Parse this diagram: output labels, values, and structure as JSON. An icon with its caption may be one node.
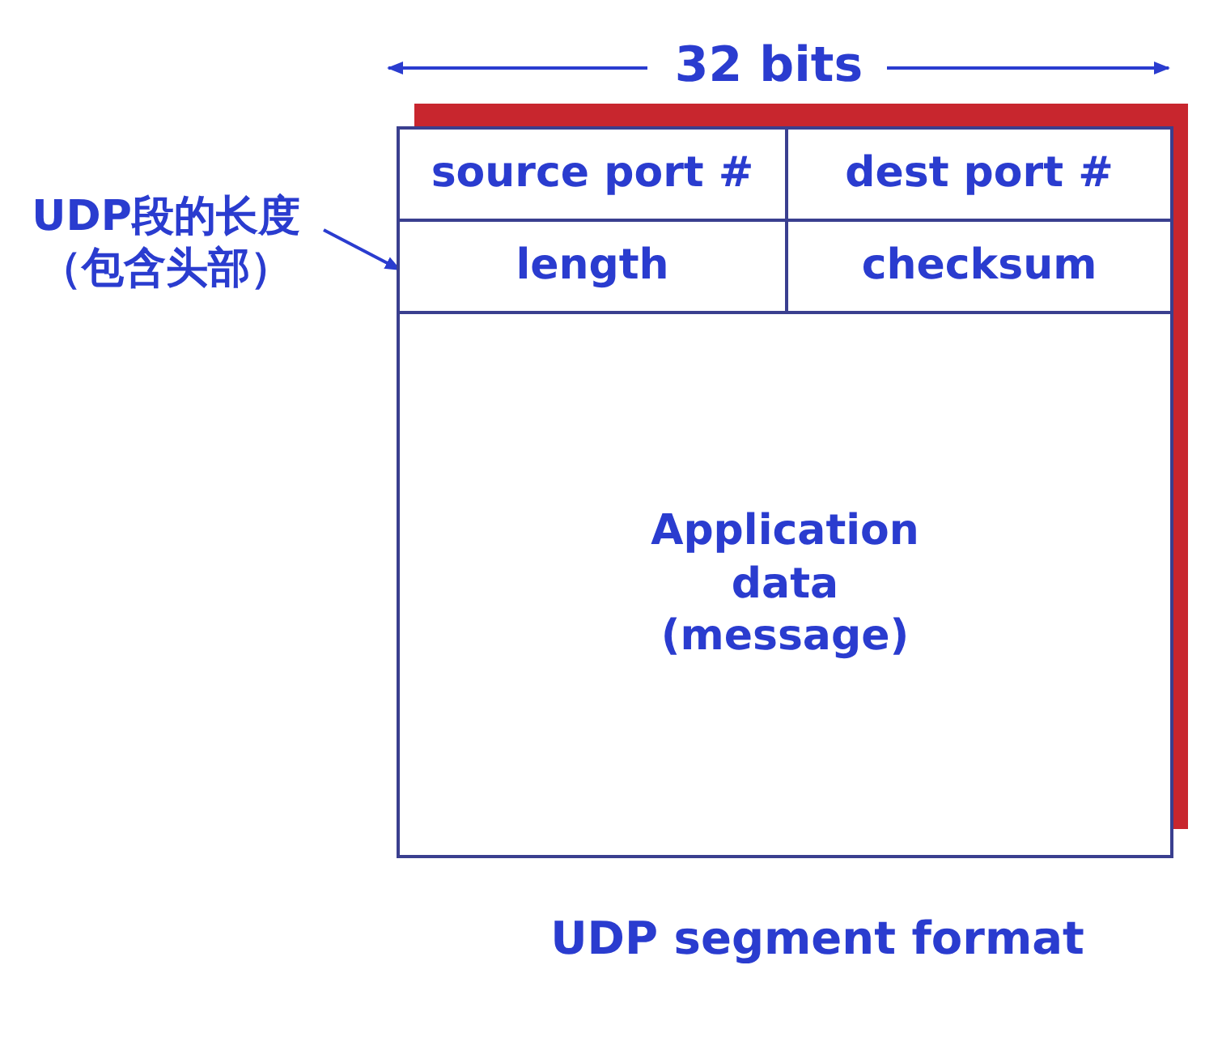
{
  "diagram": {
    "caption": "UDP segment format",
    "nodes": [
      {
        "text": [
          "source port #"
        ]
      },
      {
        "text": [
          "dest port #"
        ]
      },
      {
        "text": [
          "UDP段的长度（包含头部）"
        ]
      },
      {
        "text": [
          "length"
        ]
      },
      {
        "text": [
          "checksum"
        ]
      },
      {
        "text": [
          "Application data (message)"
        ]
      }
    ],
    "edges": [
      {
        "from": 2,
        "to": 3,
        "arrow": "to"
      }
    ],
    "labels": [
      "32 bits"
    ]
  }
}
